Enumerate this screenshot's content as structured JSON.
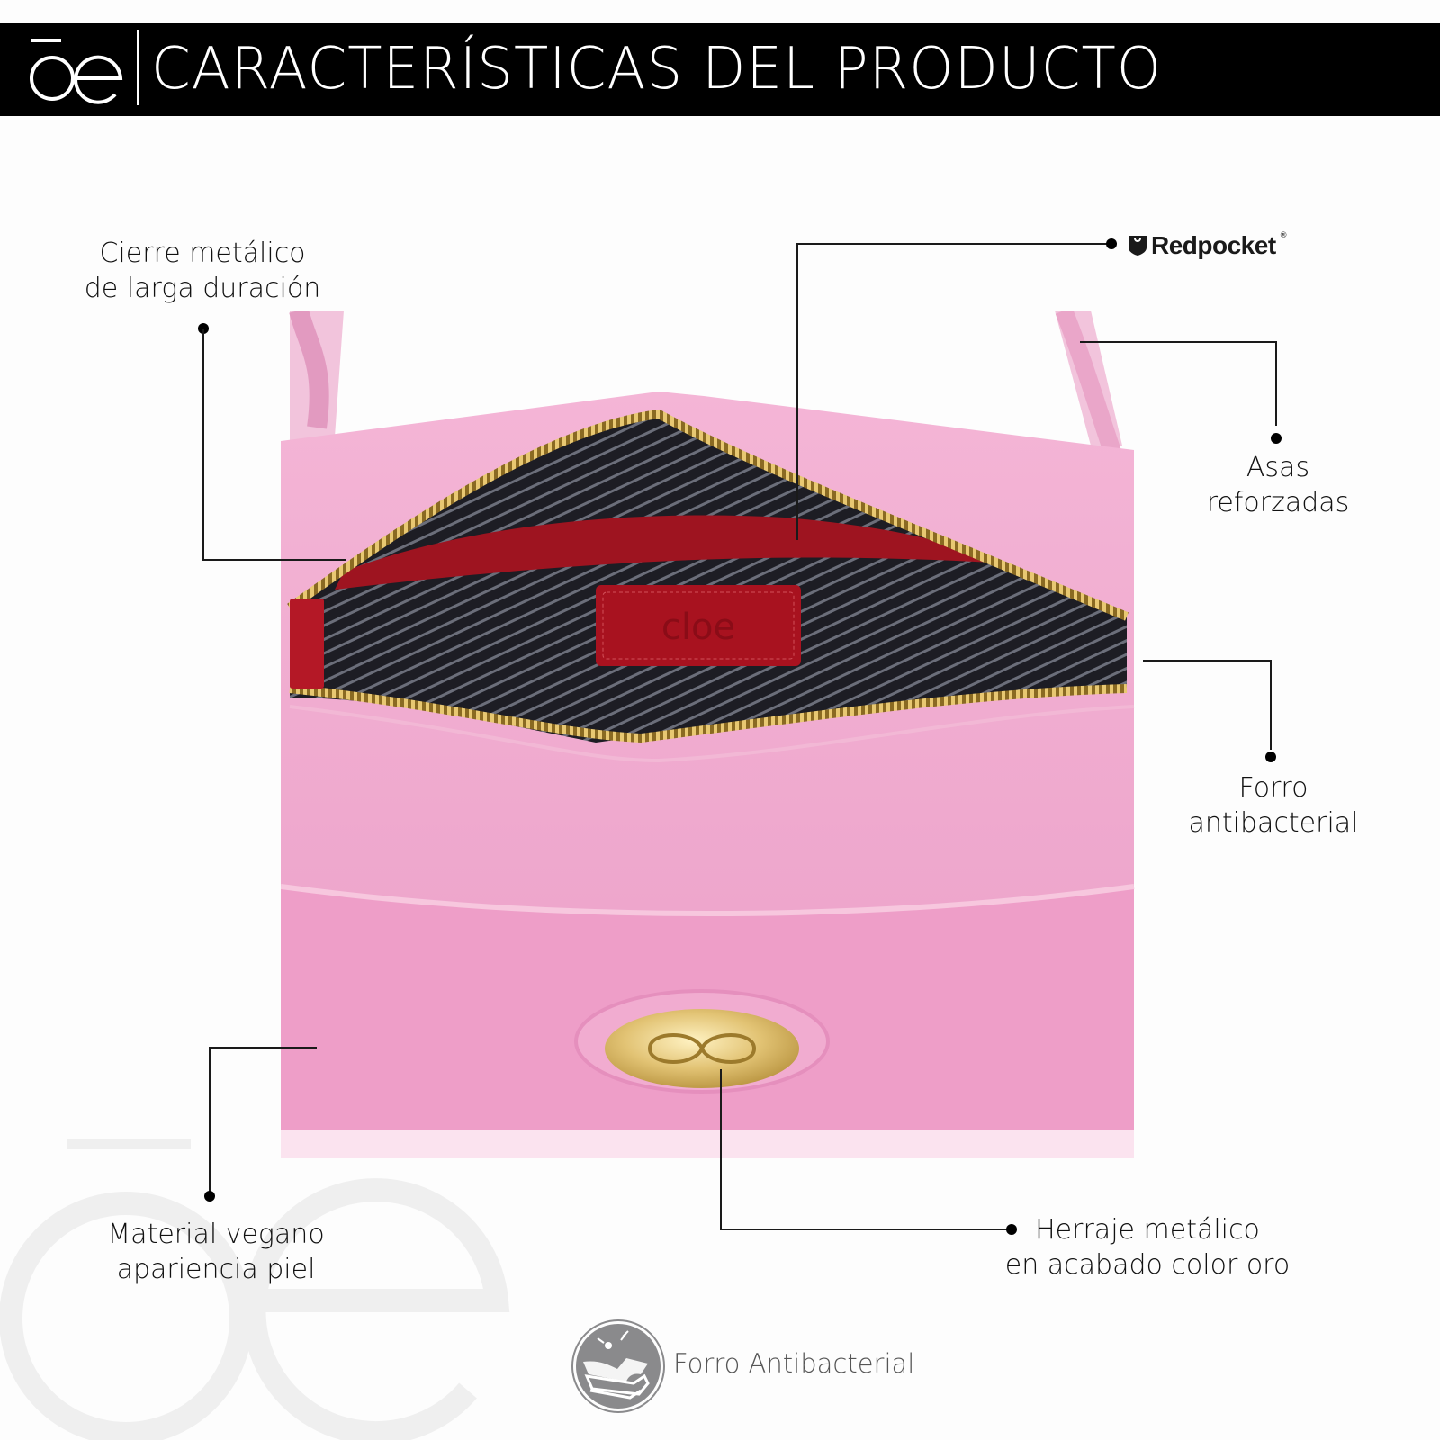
{
  "header": {
    "brand_logo": "oe-logo-icon",
    "title": "CARACTERÍSTICAS DEL PRODUCTO"
  },
  "product": {
    "image_alt": "Bolsa rosa con cierre abierto, forro rayado negro, etiqueta roja y herraje dorado",
    "inner_label_text": "cloe",
    "colors": {
      "bag_pink": "#f0a8cf",
      "lining_dark": "#1d1d24",
      "inner_pocket_red": "#9e1420",
      "zipper_gold": "#c9a24a",
      "hardware_gold": "#e2c374"
    }
  },
  "callouts": [
    {
      "id": "cierre",
      "lines": [
        "Cierre metálico",
        "de larga duración"
      ]
    },
    {
      "id": "redpocket",
      "brand": "Redpocket",
      "registered": "®"
    },
    {
      "id": "asas",
      "lines": [
        "Asas",
        "reforzadas"
      ]
    },
    {
      "id": "forro",
      "lines": [
        "Forro",
        "antibacterial"
      ]
    },
    {
      "id": "herraje",
      "lines": [
        "Herraje metálico",
        "en acabado color oro"
      ]
    },
    {
      "id": "material",
      "lines": [
        "Material vegano",
        "apariencia piel"
      ]
    }
  ],
  "footer_badge": {
    "icon": "antibacterial-lining-icon",
    "label": "Forro Antibacterial"
  },
  "colors": {
    "header_bg": "#000000",
    "header_text": "#ffffff",
    "page_bg": "#fdfdfd",
    "leader_line": "#1a1a1a",
    "watermark": "#efefef",
    "badge_gray": "#8a8a8c"
  }
}
